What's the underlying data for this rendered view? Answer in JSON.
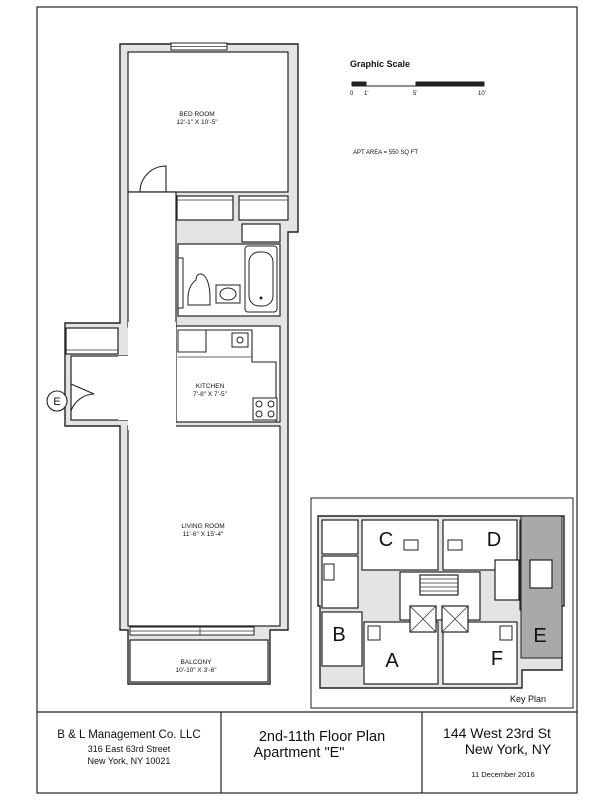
{
  "rooms": {
    "bedroom": {
      "name": "BED ROOM",
      "size": "12'-1\" X 10'-5\""
    },
    "kitchen": {
      "name": "KITCHEN",
      "size": "7'-8\" X 7'-5\""
    },
    "living_room": {
      "name": "LIVING ROOM",
      "size": "11'-6\" X 15'-4\""
    },
    "balcony": {
      "name": "BALCONY",
      "size": "10'-10\" X 3'-6\""
    }
  },
  "entry_marker": "E",
  "scale": {
    "title": "Graphic Scale",
    "ticks": [
      "0",
      "1'",
      "5'",
      "10'"
    ]
  },
  "apt_area": "APT AREA = 550 SQ FT",
  "key_plan": {
    "title": "Key Plan",
    "units": [
      "A",
      "B",
      "C",
      "D",
      "E",
      "F"
    ],
    "highlighted": "E",
    "highlight_color": "#a9a9a9"
  },
  "title_block": {
    "company": "B & L Management Co. LLC",
    "company_address_1": "316 East 63rd Street",
    "company_address_2": "New York, NY  10021",
    "plan_title": "2nd-11th Floor Plan",
    "plan_subtitle": "Apartment \"E\"",
    "building_address_1": "144 West 23rd St",
    "building_address_2": "New York, NY",
    "date": "11 December 2016"
  }
}
